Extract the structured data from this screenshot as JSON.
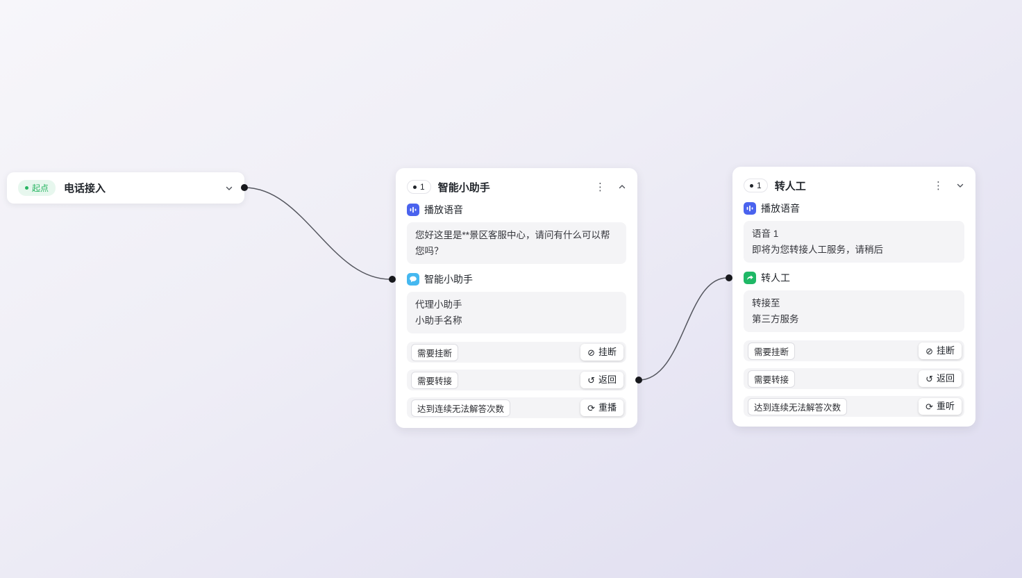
{
  "start_node": {
    "badge": "起点",
    "title": "电话接入"
  },
  "assistant_node": {
    "index": "1",
    "title": "智能小助手",
    "play_voice_label": "播放语音",
    "greeting": "您好这里是**景区客服中心，请问有什么可以帮您吗？",
    "agent_label": "智能小助手",
    "agent_field": "代理小助手",
    "agent_value": "小助手名称",
    "branches": [
      {
        "condition": "需要挂断",
        "action": "挂断"
      },
      {
        "condition": "需要转接",
        "action": "返回"
      },
      {
        "condition": "达到连续无法解答次数",
        "action": "重播"
      }
    ]
  },
  "transfer_node": {
    "index": "1",
    "title": "转人工",
    "play_voice_label": "播放语音",
    "voice_name": "语音 1",
    "voice_text": "即将为您转接人工服务，请稍后",
    "transfer_label": "转人工",
    "transfer_field": "转接至",
    "transfer_value": "第三方服务",
    "branches": [
      {
        "condition": "需要挂断",
        "action": "挂断"
      },
      {
        "condition": "需要转接",
        "action": "返回"
      },
      {
        "condition": "达到连续无法解答次数",
        "action": "重听"
      }
    ]
  },
  "icons": {
    "kebab": "⋮",
    "hangup": "⊘",
    "return": "↺",
    "replay": "⟳"
  },
  "colors": {
    "accent_green": "#27b561",
    "icon_blue": "#4a63ee",
    "icon_cyan": "#45b8f0",
    "icon_green": "#1fb866",
    "edge_gray": "#54565e",
    "port_black": "#17181c"
  }
}
